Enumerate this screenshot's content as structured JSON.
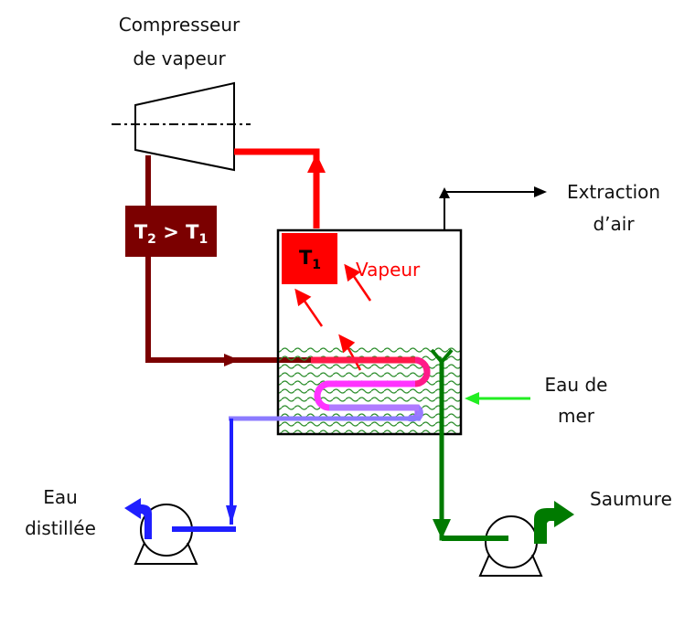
{
  "labels": {
    "compressor_line1": "Compresseur",
    "compressor_line2": "de vapeur",
    "t2_gt_t1": "T",
    "t2_sub": "2",
    "gt": " > T",
    "t1_sub": "1",
    "t1": "T",
    "t1_box_sub": "1",
    "vapeur": "Vapeur",
    "extraction_line1": "Extraction",
    "extraction_line2": "d’air",
    "seawater_line1": "Eau de",
    "seawater_line2": "mer",
    "distilled_line1": "Eau",
    "distilled_line2": "distillée",
    "brine": "Saumure"
  },
  "colors": {
    "hot_vapor": "#ff0000",
    "compressed_vapor": "#7b0000",
    "distillate": "#1f1fff",
    "brine": "#007a00",
    "seawater_inlet": "#22ee22",
    "coil_start": "#ff1a4a",
    "coil_mid": "#ff33ff",
    "coil_end": "#8c7bff",
    "water_waves": "#2f8f2f"
  }
}
